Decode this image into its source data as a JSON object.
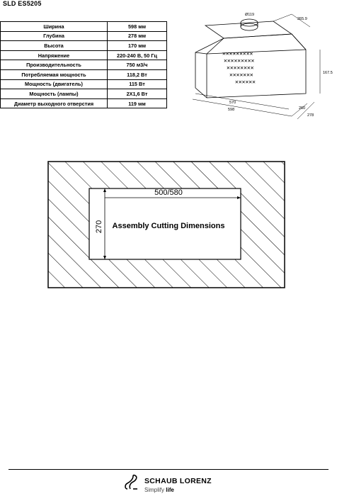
{
  "model": "SLD ES5205",
  "specs": [
    {
      "label": "Ширина",
      "value": "598 мм"
    },
    {
      "label": "Глубина",
      "value": "278 мм"
    },
    {
      "label": "Высота",
      "value": "170 мм"
    },
    {
      "label": "Напряжение",
      "value": "220-240 В, 50 Гц"
    },
    {
      "label": "Производительность",
      "value": "750 м3/ч"
    },
    {
      "label": "Потребляемая мощность",
      "value": "118,2 Вт"
    },
    {
      "label": "Мощность (двигатель)",
      "value": "115 Вт"
    },
    {
      "label": "Мощность (лампы)",
      "value": "2Х1,6 Вт"
    },
    {
      "label": "Диаметр выходного отверстия",
      "value": "119 мм"
    }
  ],
  "drawing": {
    "dim_depth_top": "265.9",
    "dim_height": "167.5",
    "dim_diameter": "Ø119",
    "dim_inner_width": "570",
    "dim_width": "598",
    "dim_depth_bottom": "260",
    "dim_depth_side": "278"
  },
  "cutout": {
    "width_label": "500/580",
    "height_label": "270",
    "caption": "Assembly Cutting Dimensions"
  },
  "footer": {
    "brand": "SCHAUB LORENZ",
    "tagline_a": "Simplify",
    "tagline_b": "life"
  }
}
